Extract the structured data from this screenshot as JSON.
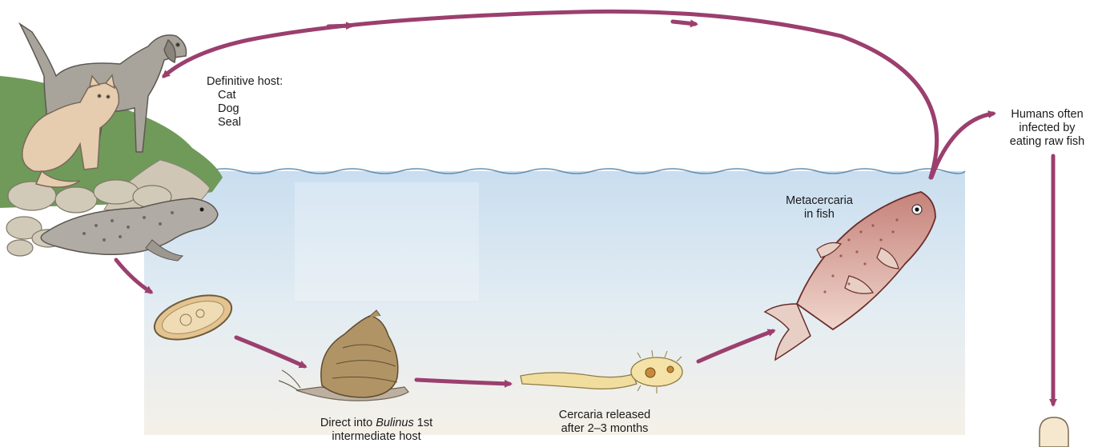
{
  "labels": {
    "definitive_host": {
      "heading": "Definitive host:",
      "hosts": [
        "Cat",
        "Dog",
        "Seal"
      ]
    },
    "humans": [
      "Humans often",
      "infected by",
      "eating raw fish"
    ],
    "metacercaria": [
      "Metacercaria",
      "in fish"
    ],
    "cercaria": [
      "Cercaria released",
      "after 2–3 months"
    ],
    "snail": {
      "prefix": "Direct into ",
      "genus": "Bulinus",
      "suffix": " 1st",
      "line2": "intermediate host"
    }
  },
  "colors": {
    "arrow": "#9b3f6e",
    "water_top": "#cfe3ef",
    "water_bottom": "#f3ede4",
    "grass": "#6f9a5a",
    "rock": "#c9c1b3"
  },
  "icons": [
    "dog-icon",
    "cat-icon",
    "seal-icon",
    "egg-icon",
    "snail-icon",
    "cercaria-icon",
    "fish-icon",
    "human-head-icon"
  ]
}
